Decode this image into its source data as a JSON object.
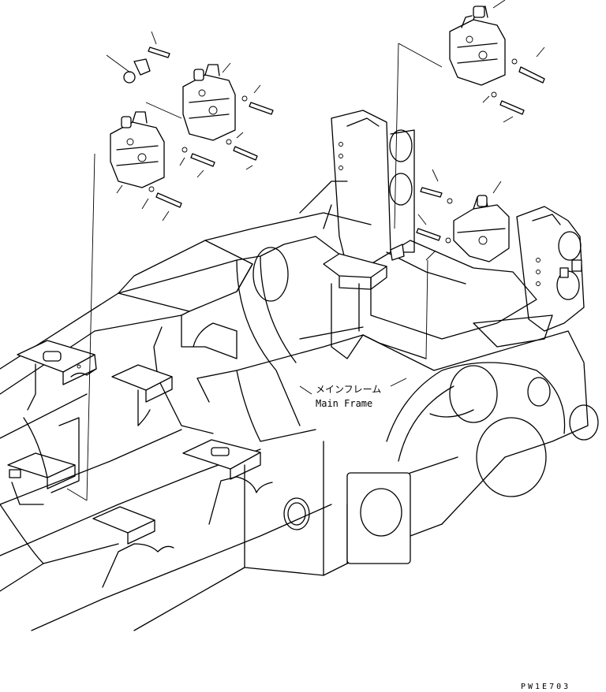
{
  "labels": {
    "part_name_jp": "メインフレーム",
    "part_name_en": "Main Frame"
  },
  "drawing_code": "PW1E703"
}
